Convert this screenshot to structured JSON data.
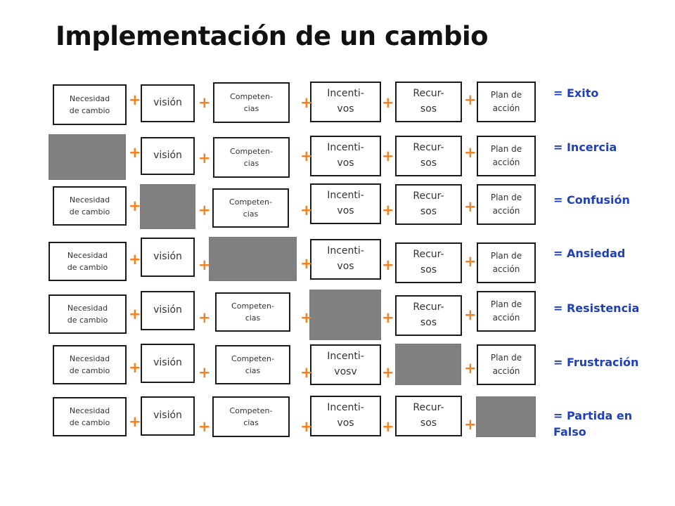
{
  "title": "Implementación de un cambio",
  "plus_symbol": "+",
  "colors": {
    "plus": "#f58220",
    "result": "#1f3fbf",
    "missing_box": "#808080"
  },
  "columns": [
    "Necesidad de cambio",
    "visión",
    "Competen- cias",
    "Incenti- vos",
    "Recur- sos",
    "Plan de acción"
  ],
  "rows": [
    {
      "cells": [
        "Necesidad\nde cambio",
        "visión",
        "Competen-\ncias",
        "Incenti-\nvos",
        "Recur-\nsos",
        "Plan de\nacción"
      ],
      "missing": null,
      "result": "= Exito"
    },
    {
      "cells": [
        "",
        "visión",
        "Competen-\ncias",
        "Incenti-\nvos",
        "Recur-\nsos",
        "Plan de\nacción"
      ],
      "missing": 0,
      "result": "= Incercia"
    },
    {
      "cells": [
        "Necesidad\nde cambio",
        "",
        "Competen-\ncias",
        "Incenti-\nvos",
        "Recur-\nsos",
        "Plan de\nacción"
      ],
      "missing": 1,
      "result": "= Confusión"
    },
    {
      "cells": [
        "Necesidad\nde cambio",
        "visión",
        "",
        "Incenti-\nvos",
        "Recur-\nsos",
        "Plan de\nacción"
      ],
      "missing": 2,
      "result": "= Ansiedad"
    },
    {
      "cells": [
        "Necesidad\nde cambio",
        "visión",
        "Competen-\ncias",
        "",
        "Recur-\nsos",
        "Plan de\nacción"
      ],
      "missing": 3,
      "result": "= Resistencia"
    },
    {
      "cells": [
        "Necesidad\nde cambio",
        "visión",
        "Competen-\ncias",
        "Incenti-\nvosv",
        "",
        "Plan de\nacción"
      ],
      "missing": 4,
      "result": "= Frustración"
    },
    {
      "cells": [
        "Necesidad\nde cambio",
        "visión",
        "Competen-\ncias",
        "Incenti-\nvos",
        "Recur-\nsos",
        ""
      ],
      "missing": 5,
      "result": "= Partida en\nFalso"
    }
  ]
}
